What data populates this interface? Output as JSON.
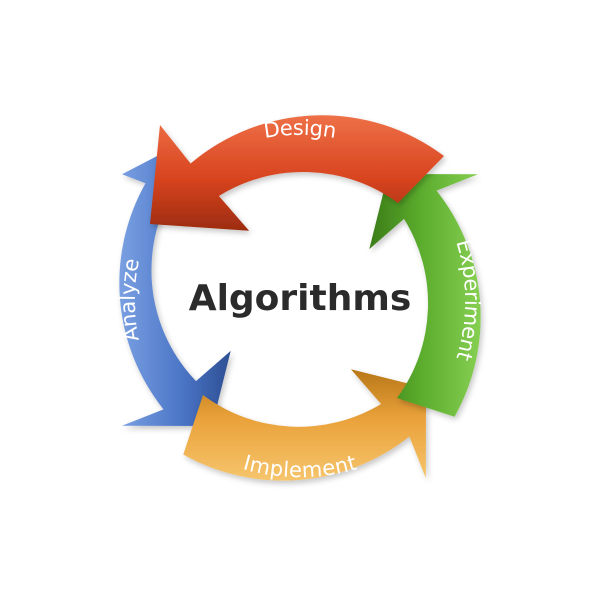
{
  "diagram": {
    "center_title": "Algorithms",
    "stages": [
      {
        "id": "design",
        "label": "Design",
        "color": "#d8441f",
        "highlight": "#ee7047",
        "shadow": "#9c2c10"
      },
      {
        "id": "experiment",
        "label": "Experiment",
        "color": "#5aab2c",
        "highlight": "#86cf52",
        "shadow": "#3b7b18"
      },
      {
        "id": "implement",
        "label": "Implement",
        "color": "#eaa23b",
        "highlight": "#f6c56d",
        "shadow": "#b87718"
      },
      {
        "id": "analyze",
        "label": "Analyze",
        "color": "#4c76c7",
        "highlight": "#7aa0e2",
        "shadow": "#2d4f94"
      }
    ]
  }
}
